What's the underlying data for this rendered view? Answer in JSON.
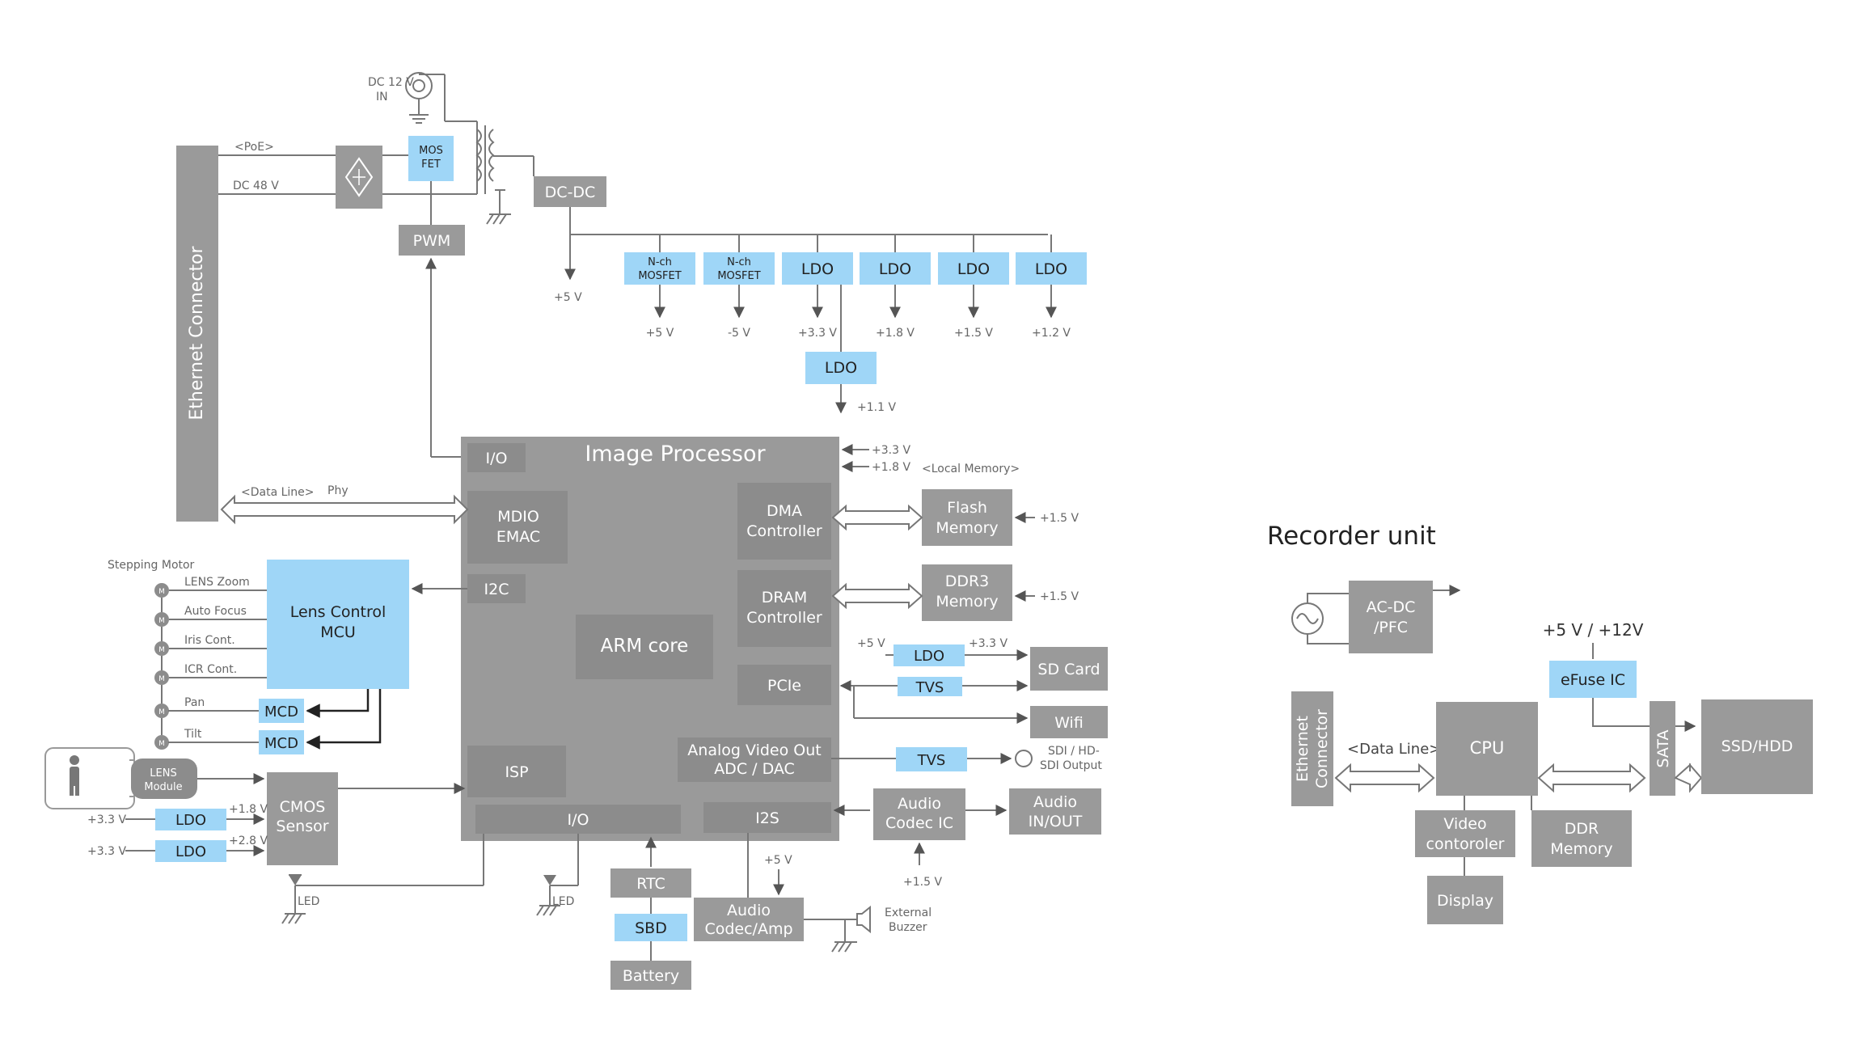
{
  "title": "Recorder unit",
  "power": {
    "dc_in": "DC 12 V\nIN",
    "poe": "<PoE>",
    "dc48": "DC 48 V",
    "mosfet": "MOS\nFET",
    "pwm": "PWM",
    "dcdc": "DC-DC",
    "v5": "+5 V",
    "rails": [
      {
        "label": "N-ch\nMOSFET",
        "out": "+5 V"
      },
      {
        "label": "N-ch\nMOSFET",
        "out": "-5 V"
      },
      {
        "label": "LDO",
        "out": "+3.3 V"
      },
      {
        "label": "LDO",
        "out": "+1.8 V"
      },
      {
        "label": "LDO",
        "out": "+1.5 V"
      },
      {
        "label": "LDO",
        "out": "+1.2 V"
      }
    ],
    "ldo_sub": "LDO",
    "ldo_sub_out": "+1.1 V"
  },
  "ethernet_connector": "Ethernet Connector",
  "data_line": "<Data Line>",
  "phy": "Phy",
  "image_processor": {
    "title": "Image Processor",
    "io_top": "I/O",
    "mdio": "MDIO\nEMAC",
    "i2c": "I2C",
    "dma": "DMA\nController",
    "dram": "DRAM\nController",
    "arm": "ARM core",
    "pcie": "PCIe",
    "avo": "Analog Video Out\nADC / DAC",
    "isp": "ISP",
    "io_bottom": "I/O",
    "i2s": "I2S",
    "in33": "+3.3 V",
    "in18": "+1.8 V"
  },
  "local_memory": "<Local Memory>",
  "flash": "Flash\nMemory",
  "ddr3": "DDR3\nMemory",
  "v15": "+1.5 V",
  "sd": {
    "ldo": "LDO",
    "in": "+5 V",
    "out": "+3.3 V",
    "card": "SD Card",
    "tvs": "TVS"
  },
  "wifi": "Wifi",
  "sdi": {
    "tvs": "TVS",
    "out": "SDI / HD-\nSDI Output"
  },
  "audio": {
    "codec_ic": "Audio\nCodec IC",
    "inout": "Audio\nIN/OUT",
    "v15": "+1.5 V",
    "amp": "Audio\nCodec/Amp",
    "v5": "+5 V",
    "buzzer": "External\nBuzzer"
  },
  "rtc": "RTC",
  "sbd": "SBD",
  "battery": "Battery",
  "led1": "LED",
  "led2": "LED",
  "motor": {
    "title": "Stepping Motor",
    "items": [
      "LENS Zoom",
      "Auto Focus",
      "Iris Cont.",
      "ICR Cont.",
      "Pan",
      "Tilt"
    ],
    "m": "M"
  },
  "lens_mcu": "Lens Control\nMCU",
  "mcd": "MCD",
  "lens_module": "LENS\nModule",
  "cmos": "CMOS\nSensor",
  "cmos_ldo": [
    {
      "in": "+3.3 V",
      "label": "LDO",
      "out": "+1.8 V"
    },
    {
      "in": "+3.3 V",
      "label": "LDO",
      "out": "+2.8 V"
    }
  ],
  "recorder": {
    "acdc": "AC-DC\n/PFC",
    "supply": "+5 V / +12V",
    "efuse": "eFuse IC",
    "eth": "Ethernet\nConnector",
    "data_line": "<Data Line>",
    "cpu": "CPU",
    "sata": "SATA",
    "ssd": "SSD/HDD",
    "video": "Video\ncontoroler",
    "ddr": "DDR\nMemory",
    "display": "Display"
  },
  "colors": {
    "gray": "#9a9a9a",
    "blue": "#9fd6f7",
    "line": "#777777"
  }
}
